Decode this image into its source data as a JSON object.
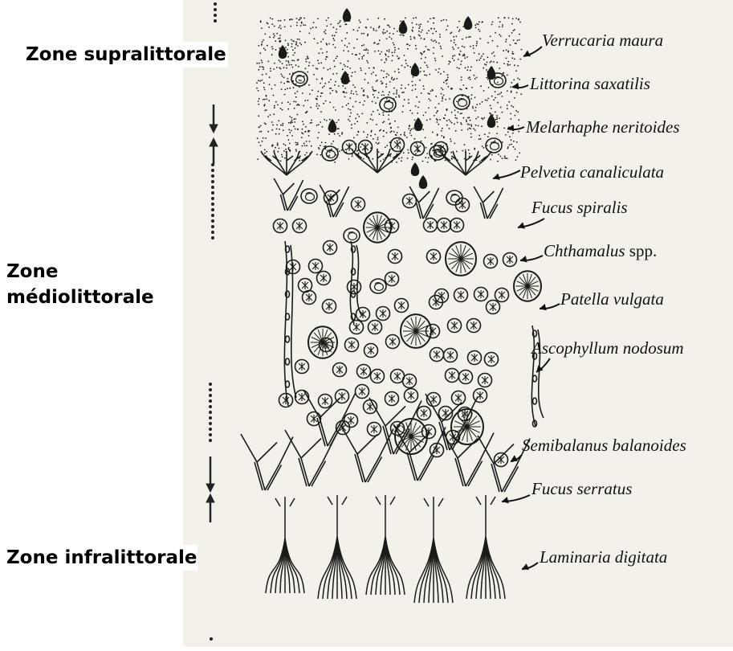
{
  "zones": {
    "supralittoral": "Zone supralittorale",
    "mediolittoral_line1": "Zone",
    "mediolittoral_line2": "médiolittorale",
    "infralittoral": "Zone infralittorale"
  },
  "species": [
    {
      "name": "Verrucaria maura",
      "suffix": ""
    },
    {
      "name": "Littorina saxatilis",
      "suffix": ""
    },
    {
      "name": "Melarhaphe neritoides",
      "suffix": ""
    },
    {
      "name": "Pelvetia canaliculata",
      "suffix": ""
    },
    {
      "name": "Fucus spiralis",
      "suffix": ""
    },
    {
      "name": "Chthamalus",
      "suffix": " spp."
    },
    {
      "name": "Patella vulgata",
      "suffix": ""
    },
    {
      "name": "Ascophyllum nodosum",
      "suffix": ""
    },
    {
      "name": "Semibalanus balanoides",
      "suffix": ""
    },
    {
      "name": "Fucus serratus",
      "suffix": ""
    },
    {
      "name": "Laminaria digitata",
      "suffix": ""
    }
  ],
  "colors": {
    "ink": "#1a1a1a",
    "paper": "#f4f1ea",
    "background": "#ffffff"
  }
}
